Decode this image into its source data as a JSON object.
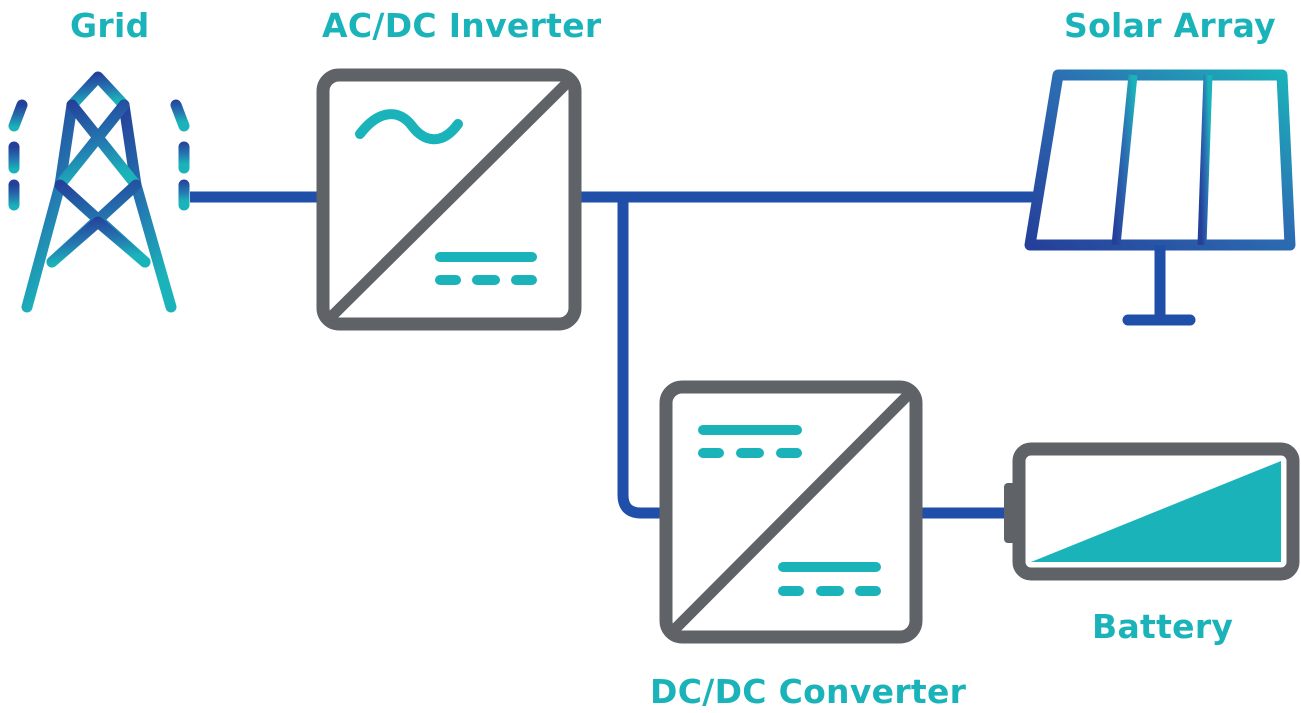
{
  "diagram": {
    "type": "energy-system-block-diagram",
    "labels": {
      "grid": "Grid",
      "inverter": "AC/DC Inverter",
      "solar": "Solar Array",
      "battery": "Battery",
      "converter": "DC/DC Converter"
    },
    "icons": {
      "grid": "transmission-tower-icon",
      "inverter": "ac-dc-inverter-icon",
      "solar": "solar-panel-icon",
      "battery": "battery-icon",
      "converter": "dc-dc-converter-icon"
    },
    "connections": [
      [
        "grid",
        "inverter"
      ],
      [
        "inverter",
        "solar"
      ],
      [
        "inverter",
        "converter"
      ],
      [
        "converter",
        "battery"
      ]
    ],
    "battery_charge_level": 0.65
  },
  "colors": {
    "label": "#1bb3ba",
    "teal": "#1bb3ba",
    "blue": "#1f4fa8",
    "dark_blue": "#25409a",
    "frame_gray": "#5f6266",
    "background": "#ffffff"
  }
}
